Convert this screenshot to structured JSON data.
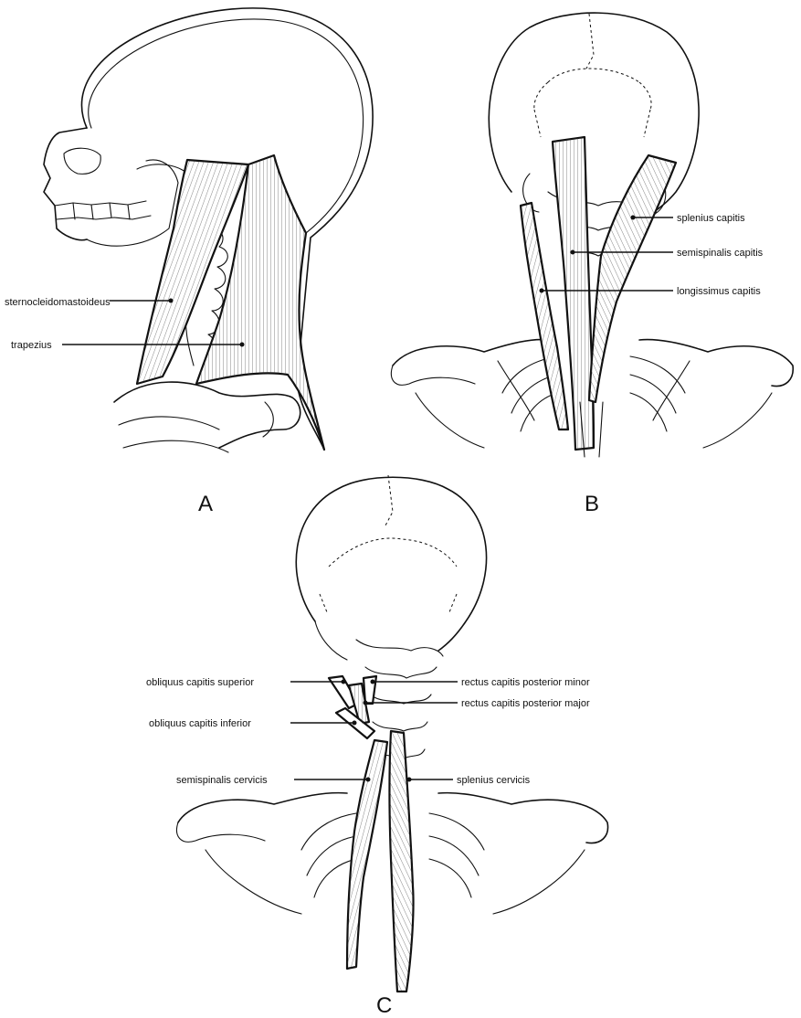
{
  "panels": {
    "a": {
      "letter": "A",
      "labels": {
        "sternocleidomastoideus": "sternocleidomastoideus",
        "trapezius": "trapezius"
      }
    },
    "b": {
      "letter": "B",
      "labels": {
        "splenius_capitis": "splenius capitis",
        "semispinalis_capitis": "semispinalis capitis",
        "longissimus_capitis": "longissimus capitis"
      }
    },
    "c": {
      "letter": "C",
      "labels": {
        "obliquus_capitis_superior": "obliquus capitis superior",
        "obliquus_capitis_inferior": "obliquus capitis inferior",
        "rectus_capitis_posterior_minor": "rectus capitis posterior minor",
        "rectus_capitis_posterior_major": "rectus capitis posterior major",
        "semispinalis_cervicis": "semispinalis cervicis",
        "splenius_cervicis": "splenius cervicis"
      }
    }
  }
}
